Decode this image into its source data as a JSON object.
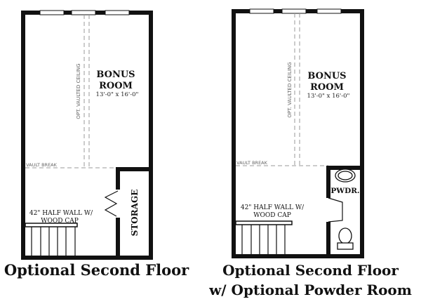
{
  "plans": [
    {
      "room_name_1": "BONUS",
      "room_name_2": "ROOM",
      "room_dims": "13'-0\" x 16'-0\"",
      "ceiling_note": "OPT. VAULTED CEILING",
      "vault_break": "VAULT BREAK",
      "half_wall_1": "42\" HALF WALL W/",
      "half_wall_2": "WOOD CAP",
      "storage": "STORAGE",
      "caption": "Optional Second Floor"
    },
    {
      "room_name_1": "BONUS",
      "room_name_2": "ROOM",
      "room_dims": "13'-0\" x 16'-0\"",
      "ceiling_note": "OPT. VAULTED CEILING",
      "vault_break": "VAULT BREAK",
      "half_wall_1": "42\" HALF WALL W/",
      "half_wall_2": "WOOD CAP",
      "powder": "PWDR.",
      "caption_line1": "Optional Second Floor",
      "caption_line2": "w/ Optional Powder Room"
    }
  ]
}
